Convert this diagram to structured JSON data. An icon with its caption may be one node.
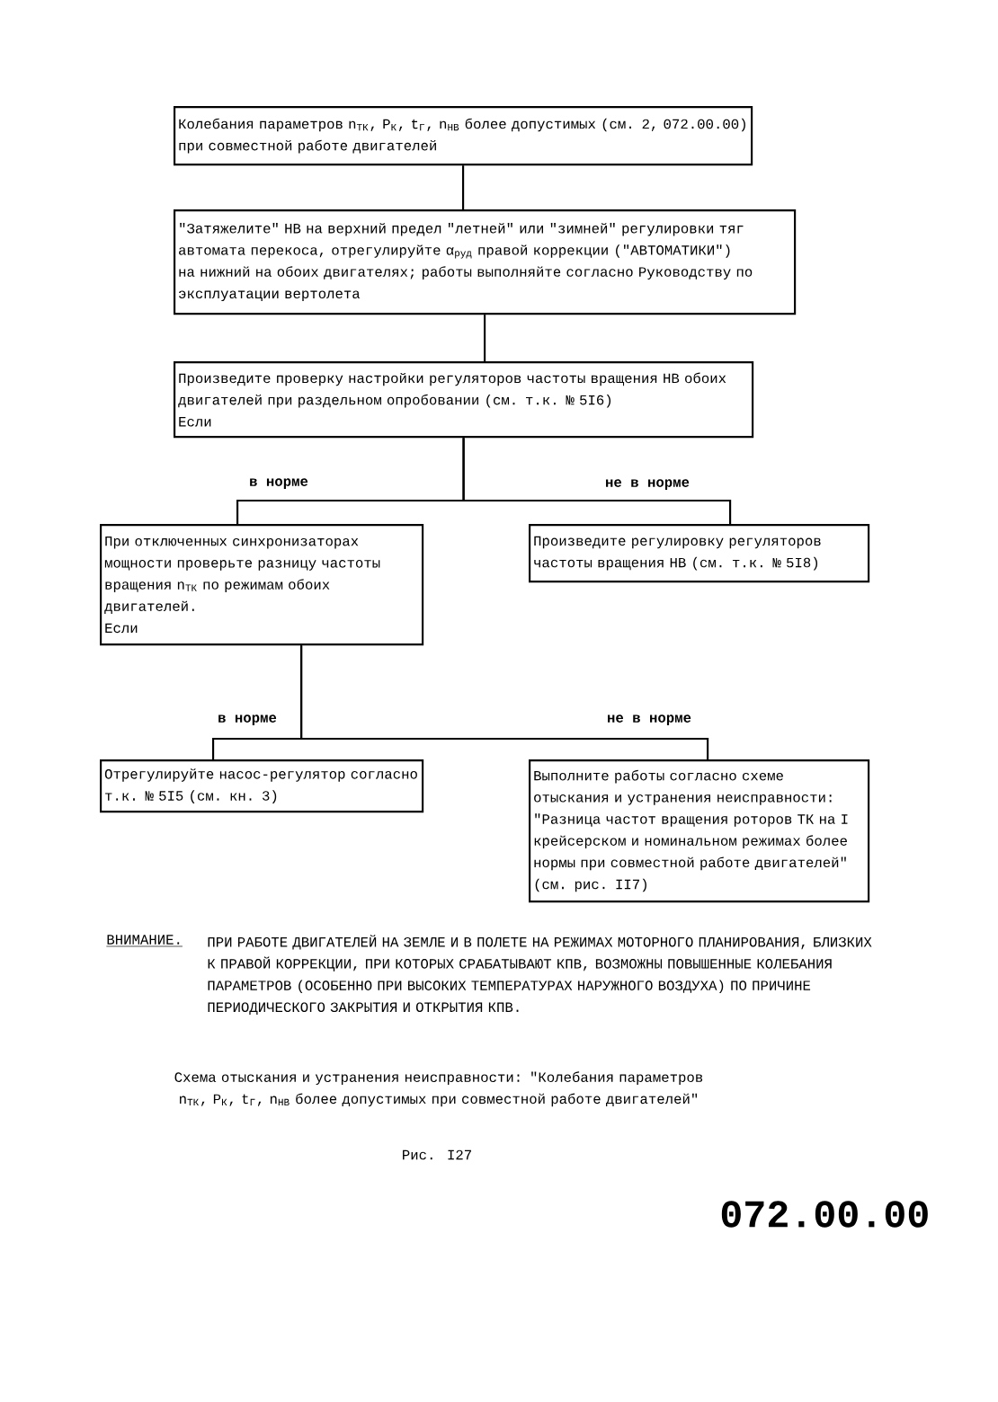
{
  "diagram": {
    "caption": "Схема отыскания и устранения неисправности: \"Колебания параметров n$_{ТК}$, P$_{К}$, t$_{Г}$, n$_{НВ}$ более допустимых при совместной работе двигателей\"",
    "nodes": [
      {
        "text": [
          "Колебания параметров n$_{ТК}$, P$_{К}$, t$_{Г}$, n$_{НВ}$ более допустимых (см. 2, 072.00.00) при совместной работе двигателей"
        ]
      },
      {
        "text": [
          "\"Затяжелите\" НВ на верхний предел \"летней\" или \"зимней\" регулировки тяг автомата перекоса, отрегулируйте α$_{руд}$ правой коррекции (\"АВТОМАТИКИ\") на нижний на обоих двигателях; работы выполняйте согласно Руководству по эксплуатации вертолета"
        ]
      },
      {
        "text": [
          "Произведите проверку настройки регуляторов частоты вращения НВ обоих двигателей при раздельном опробовании (см. т.к. № 5I6)",
          "Если"
        ]
      },
      {
        "text": [
          "При отключенных синхронизаторах мощности проверьте разницу частоты вращения n$_{ТК}$ по режимам обоих двигателей.",
          "Если"
        ]
      },
      {
        "text": [
          "Произведите регулировку регуляторов частоты вращения НВ (см. т.к. № 5I8)"
        ]
      },
      {
        "text": [
          "Отрегулируйте насос-регулятор согласно т.к. № 5I5 (см. кн. 3)"
        ]
      },
      {
        "text": [
          "Выполните работы согласно схеме отыскания и устранения неисправности: \"Разница частот вращения роторов ТК на I крейсерском и номинальном режимах более нормы при совместной работе двигателей\" (см. рис. II7)"
        ]
      }
    ],
    "edges": [
      {
        "from": 0,
        "to": 1,
        "arrow": "none"
      },
      {
        "from": 1,
        "to": 2,
        "arrow": "none"
      },
      {
        "from": 2,
        "to": 3,
        "arrow": "none",
        "label": "в норме"
      },
      {
        "from": 2,
        "to": 4,
        "arrow": "none",
        "label": "не в норме"
      },
      {
        "from": 3,
        "to": 5,
        "arrow": "none",
        "label": "в норме"
      },
      {
        "from": 3,
        "to": 6,
        "arrow": "none",
        "label": "не в норме"
      }
    ],
    "labels": [
      "ВНИМАНИЕ.",
      "ПРИ РАБОТЕ ДВИГАТЕЛЕЙ НА ЗЕМЛЕ И В ПОЛЕТЕ НА РЕЖИМАХ МОТОРНОГО ПЛАНИРОВАНИЯ, БЛИЗКИХ К ПРАВОЙ КОРРЕКЦИИ, ПРИ КОТОРЫХ СРАБАТЫВАЮТ КПВ, ВОЗМОЖНЫ ПОВЫШЕННЫЕ КОЛЕБАНИЯ ПАРАМЕТРОВ (ОСОБЕННО ПРИ ВЫСОКИХ ТЕМПЕРАТУРАХ НАРУЖНОГО ВОЗДУХА) ПО ПРИЧИНЕ ПЕРИОДИЧЕСКОГО ЗАКРЫТИЯ И ОТКРЫТИЯ КПВ.",
      "Рис. I27",
      "072.00.00"
    ]
  }
}
